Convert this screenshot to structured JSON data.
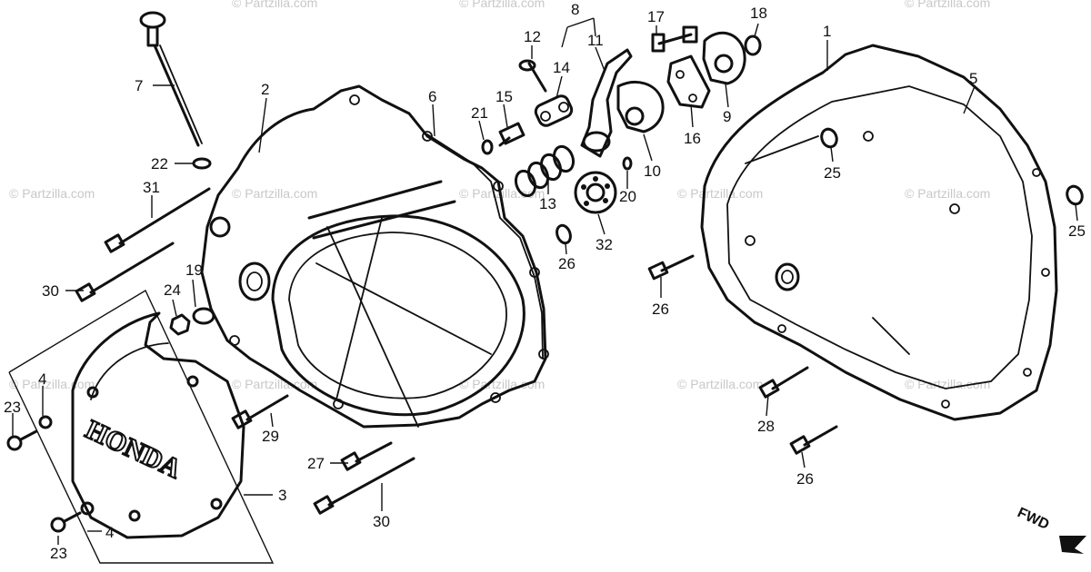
{
  "watermark": "© Partzilla.com",
  "cover_logo": "HONDA",
  "direction_label": "FWD",
  "callouts": {
    "n1": "1",
    "n2": "2",
    "n3": "3",
    "n4a": "4",
    "n4b": "4",
    "n5": "5",
    "n6": "6",
    "n7": "7",
    "n8": "8",
    "n9": "9",
    "n10": "10",
    "n11": "11",
    "n12": "12",
    "n13": "13",
    "n14": "14",
    "n15": "15",
    "n16": "16",
    "n17": "17",
    "n18": "18",
    "n19": "19",
    "n20": "20",
    "n21": "21",
    "n22": "22",
    "n23a": "23",
    "n23b": "23",
    "n24": "24",
    "n25a": "25",
    "n25b": "25",
    "n26a": "26",
    "n26b": "26",
    "n26c": "26",
    "n27": "27",
    "n28": "28",
    "n29": "29",
    "n30a": "30",
    "n30b": "30",
    "n31": "31",
    "n32": "32"
  }
}
